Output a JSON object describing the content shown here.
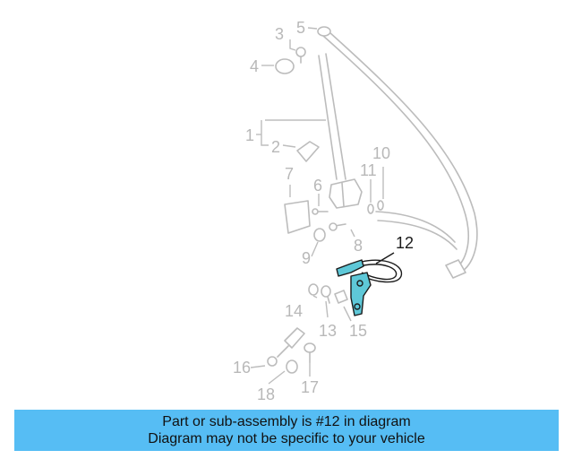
{
  "callouts": [
    "1",
    "2",
    "3",
    "4",
    "5",
    "6",
    "7",
    "8",
    "9",
    "10",
    "11",
    "12",
    "13",
    "14",
    "15",
    "16",
    "17",
    "18"
  ],
  "highlight_callout": "12",
  "colors": {
    "highlight": "#5ec8d8",
    "banner": "#56bdf4",
    "ghost": "#bcbcbc"
  },
  "banner": {
    "line1": "Part or sub-assembly is #12 in diagram",
    "line2": "Diagram may not be specific to your vehicle"
  }
}
